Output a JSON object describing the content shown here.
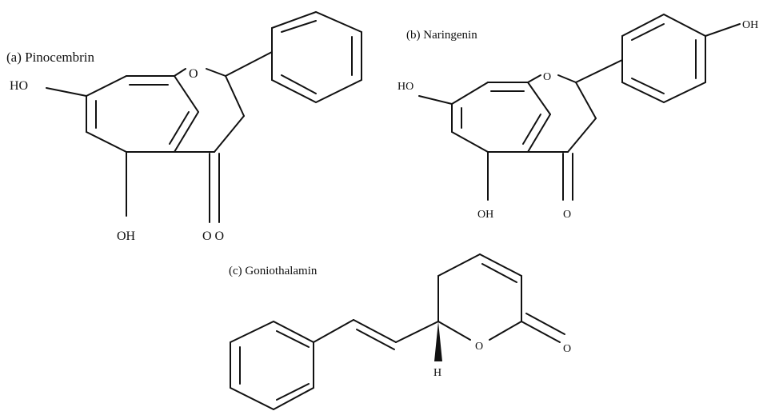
{
  "figure": {
    "panel_a": {
      "caption": "(a) Pinocembrin",
      "atoms": {
        "ho": "HO",
        "o_ring": "O",
        "oh": "OH",
        "o_keto": "O O"
      }
    },
    "panel_b": {
      "caption": "(b)   Naringenin",
      "atoms": {
        "ho": "HO",
        "o_ring": "O",
        "oh_top": "OH",
        "oh_bottom": "OH",
        "o_keto": "O"
      }
    },
    "panel_c": {
      "caption": "(c)  Goniothalamin",
      "atoms": {
        "o_ring": "O",
        "o_keto": "O",
        "h": "H"
      }
    }
  }
}
